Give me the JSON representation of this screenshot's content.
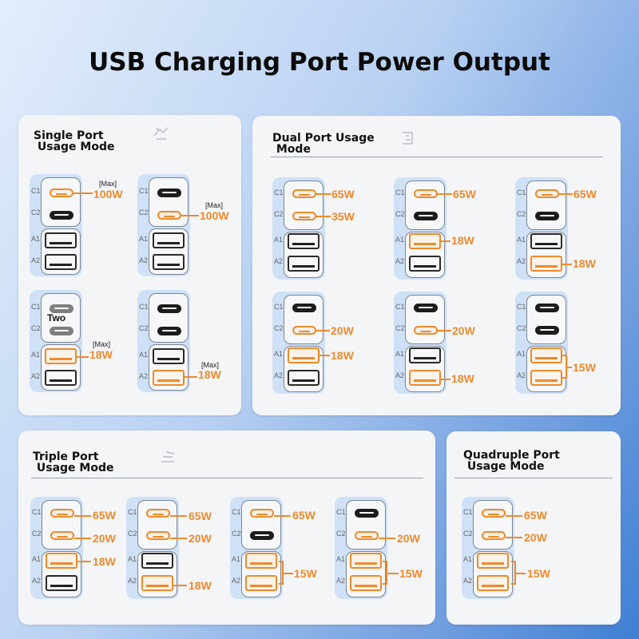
{
  "title": "USB Charging Port Power Output",
  "port_labels": {
    "c1": "C1",
    "c2": "C2",
    "a1": "A1",
    "a2": "A2"
  },
  "colors": {
    "active": "#ee8a2c",
    "panel": "#f4f5f7",
    "halo": "#cfe1f7",
    "text": "#111111"
  },
  "sections": {
    "single": {
      "title": "Single Port\n Usage Mode",
      "max_tag": "[Max]",
      "two_label": "Two"
    },
    "dual": {
      "title": "Dual Port Usage\n Mode"
    },
    "triple": {
      "title": "Triple Port\n Usage Mode"
    },
    "quad": {
      "title": "Quadruple Port\n Usage Mode"
    }
  },
  "configs": {
    "s1": {
      "c1": "100W"
    },
    "s2": {
      "c2": "100W"
    },
    "s3": {
      "a1": "18W"
    },
    "s4": {
      "a2": "18W"
    },
    "d1": {
      "c1": "65W",
      "c2": "35W"
    },
    "d2": {
      "c1": "65W",
      "a1": "18W"
    },
    "d3": {
      "c1": "65W",
      "a2": "18W"
    },
    "d4": {
      "c2": "20W",
      "a1": "18W"
    },
    "d5": {
      "c2": "20W",
      "a2": "18W"
    },
    "d6": {
      "a1a2": "15W"
    },
    "t1": {
      "c1": "65W",
      "c2": "20W",
      "a1": "18W"
    },
    "t2": {
      "c1": "65W",
      "c2": "20W",
      "a2": "18W"
    },
    "t3": {
      "c1": "65W",
      "a1a2": "15W"
    },
    "t4": {
      "c2": "20W",
      "a1a2": "15W"
    },
    "q1": {
      "c1": "65W",
      "c2": "20W",
      "a1a2": "15W"
    }
  }
}
